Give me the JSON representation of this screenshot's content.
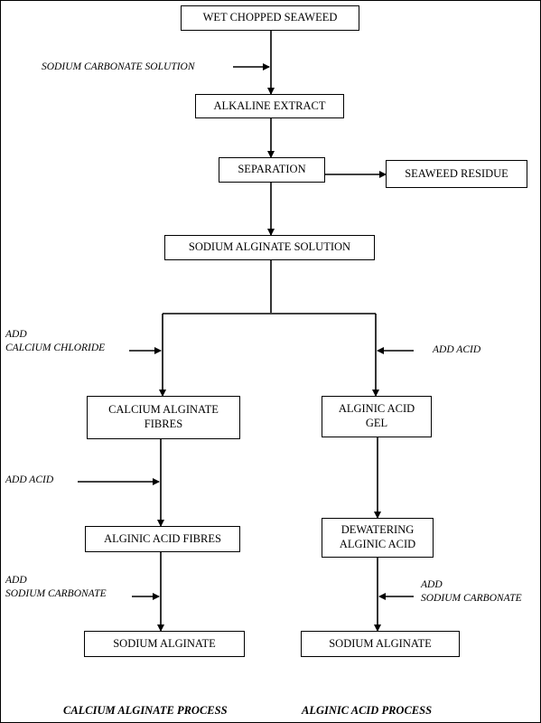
{
  "boxes": {
    "wet_seaweed": "WET CHOPPED SEAWEED",
    "alkaline_extract": "ALKALINE EXTRACT",
    "separation": "SEPARATION",
    "seaweed_residue": "SEAWEED RESIDUE",
    "sodium_alginate_solution": "SODIUM ALGINATE SOLUTION",
    "calcium_alginate_fibres": "CALCIUM ALGINATE\nFIBRES",
    "alginic_acid_gel": "ALGINIC ACID\nGEL",
    "alginic_acid_fibres": "ALGINIC ACID FIBRES",
    "dewatering_alginic_acid": "DEWATERING\nALGINIC ACID",
    "sodium_alginate_left": "SODIUM ALGINATE",
    "sodium_alginate_right": "SODIUM ALGINATE"
  },
  "inputs": {
    "sodium_carbonate_solution": "SODIUM CARBONATE SOLUTION",
    "add_calcium_chloride": "ADD\nCALCIUM CHLORIDE",
    "add_acid_right": "ADD ACID",
    "add_acid_left": "ADD ACID",
    "add_sodium_carbonate_left": "ADD\nSODIUM CARBONATE",
    "add_sodium_carbonate_right": "ADD\nSODIUM CARBONATE"
  },
  "captions": {
    "left": "CALCIUM ALGINATE PROCESS",
    "right": "ALGINIC ACID PROCESS"
  }
}
